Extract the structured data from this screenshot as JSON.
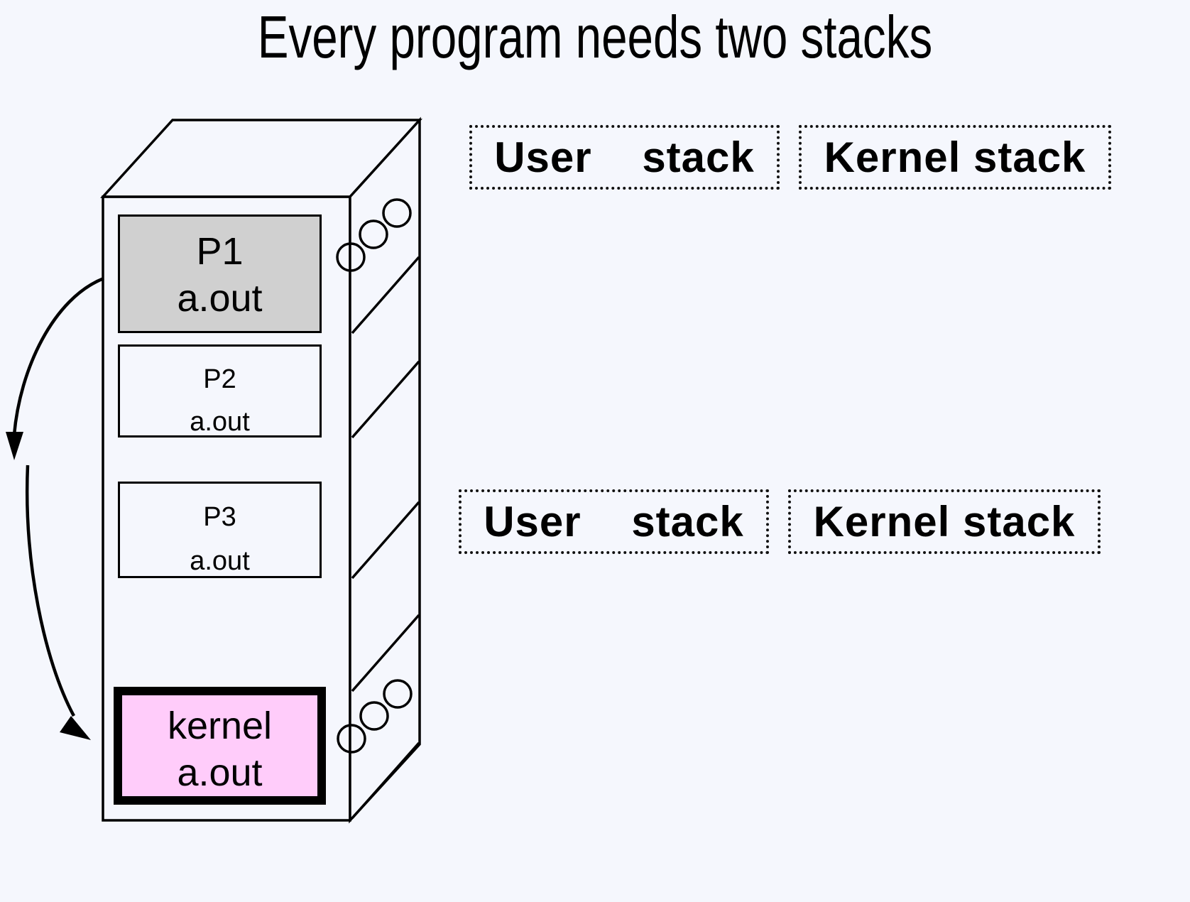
{
  "slide": {
    "title": "Every program needs two stacks",
    "background_color": "#f5f7fd"
  },
  "machine": {
    "name": "computer-tower",
    "slots": [
      {
        "id": "p1",
        "process_label": "P1",
        "binary_label": "a.out",
        "fill_color": "#d0d0d0",
        "highlighted": true
      },
      {
        "id": "p2",
        "process_label": "P2",
        "binary_label": "a.out",
        "fill_color": "#f5f7fd",
        "highlighted": false
      },
      {
        "id": "p3",
        "process_label": "P3",
        "binary_label": "a.out",
        "fill_color": "#f5f7fd",
        "highlighted": false
      },
      {
        "id": "kernel",
        "process_label": "kernel",
        "binary_label": "a.out",
        "fill_color": "#ffccfa",
        "highlighted": true
      }
    ]
  },
  "stacks": {
    "row_top": [
      {
        "id": "user-stack-top",
        "label": "User    stack"
      },
      {
        "id": "kernel-stack-top",
        "label": "Kernel stack"
      }
    ],
    "row_bottom": [
      {
        "id": "user-stack-bottom",
        "label": "User    stack"
      },
      {
        "id": "kernel-stack-bottom",
        "label": "Kernel stack"
      }
    ]
  },
  "annotations": {
    "arrows": [
      {
        "id": "arrow-p1-to-middle",
        "from": "p1-slot",
        "to": "middle-left"
      },
      {
        "id": "arrow-middle-to-kernel",
        "from": "middle-left",
        "to": "kernel-slot"
      }
    ]
  },
  "colors": {
    "outline": "#000000",
    "highlight_gray": "#d0d0d0",
    "kernel_pink": "#ffccfa",
    "page_background": "#f5f7fd"
  }
}
